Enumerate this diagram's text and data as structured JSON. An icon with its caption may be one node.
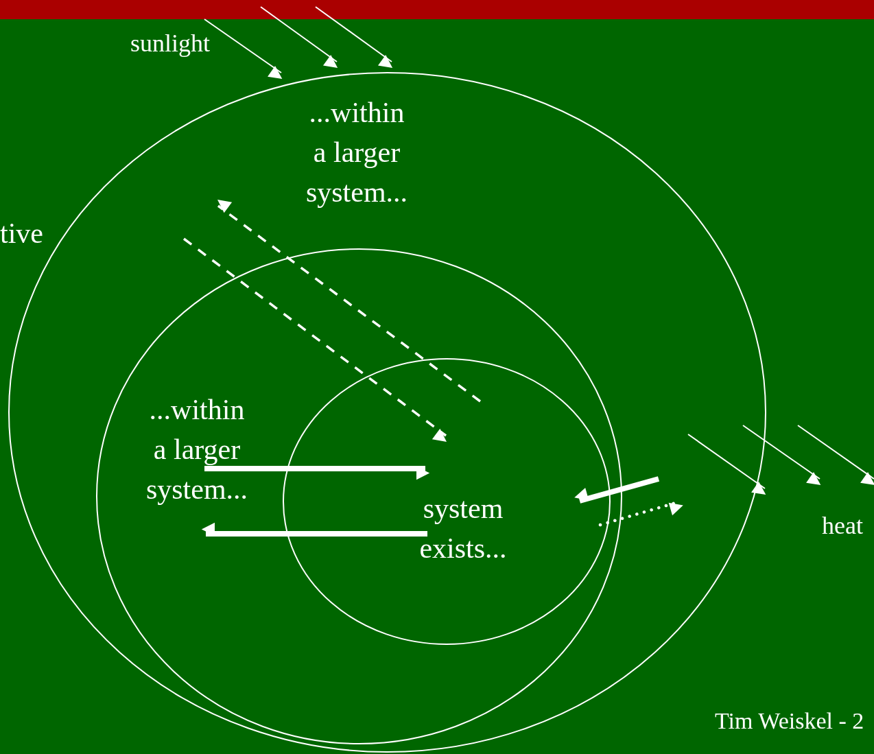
{
  "diagram": {
    "nodes": [
      {
        "text": [
          "...within a larger system..."
        ]
      },
      {
        "text": [
          "...within a larger system..."
        ],
        "in": 0
      },
      {
        "text": [
          "system exists..."
        ],
        "in": 1
      }
    ],
    "edges": [
      {
        "from": null,
        "to": 0,
        "arrow": "to"
      },
      {
        "from": null,
        "to": 0,
        "arrow": "to"
      },
      {
        "from": null,
        "to": 0,
        "arrow": "to"
      },
      {
        "from": 2,
        "to": null,
        "arrow": "to",
        "style": "dashed"
      },
      {
        "from": null,
        "to": 2,
        "arrow": "to",
        "style": "dashed"
      },
      {
        "from": null,
        "to": 2,
        "arrow": "to",
        "style": "thick"
      },
      {
        "from": 2,
        "to": null,
        "arrow": "to",
        "style": "thick"
      },
      {
        "from": null,
        "to": 2,
        "arrow": "to",
        "style": "thick"
      },
      {
        "from": 2,
        "to": null,
        "arrow": "to",
        "style": "dashed"
      },
      {
        "from": null,
        "to": 0,
        "arrow": "to"
      },
      {
        "from": 0,
        "to": null,
        "arrow": "to"
      }
    ],
    "labels": [
      "sunlight",
      "tive",
      "heat",
      "Tim Weiskel - 2"
    ]
  }
}
